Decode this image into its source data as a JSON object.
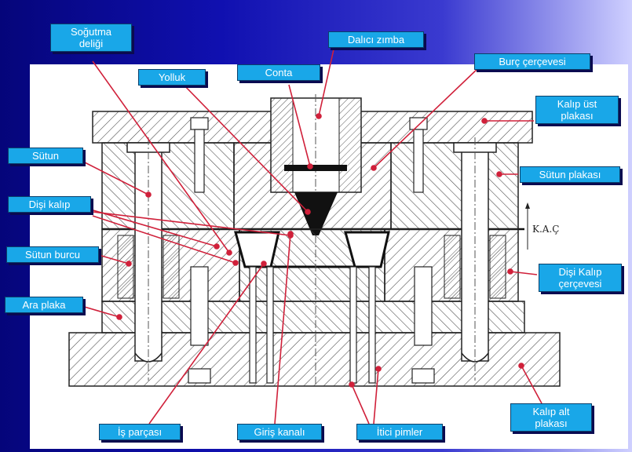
{
  "labels": {
    "sogutma_line1": "Soğutma",
    "sogutma_line2": "deliği",
    "dalici_zimba": "Dalıcı zımba",
    "yolluk": "Yolluk",
    "conta": "Conta",
    "burc_cercevesi": "Burç çerçevesi",
    "kalip_ust_line1": "Kalıp üst",
    "kalip_ust_line2": "plakası",
    "sutun": "Sütun",
    "sutun_plakasi": "Sütun plakası",
    "disi_kalip": "Dişi kalıp",
    "sutun_burcu": "Sütun burcu",
    "disi_kalip_cercevesi_line1": "Dişi Kalıp",
    "disi_kalip_cercevesi_line2": "çerçevesi",
    "ara_plaka": "Ara plaka",
    "is_parcasi": "İş parçası",
    "giris_kanali": "Giriş kanalı",
    "itici_pimler": "İtici pimler",
    "kalip_alt_line1": "Kalıp alt",
    "kalip_alt_line2": "plakası"
  },
  "drawing": {
    "parting_marker": "K.A.Ç",
    "colors": {
      "label_fill": "#19a7e8",
      "leader": "#d0203a",
      "background": "#0a0a8a",
      "hatch": "#3a3a3a"
    }
  }
}
